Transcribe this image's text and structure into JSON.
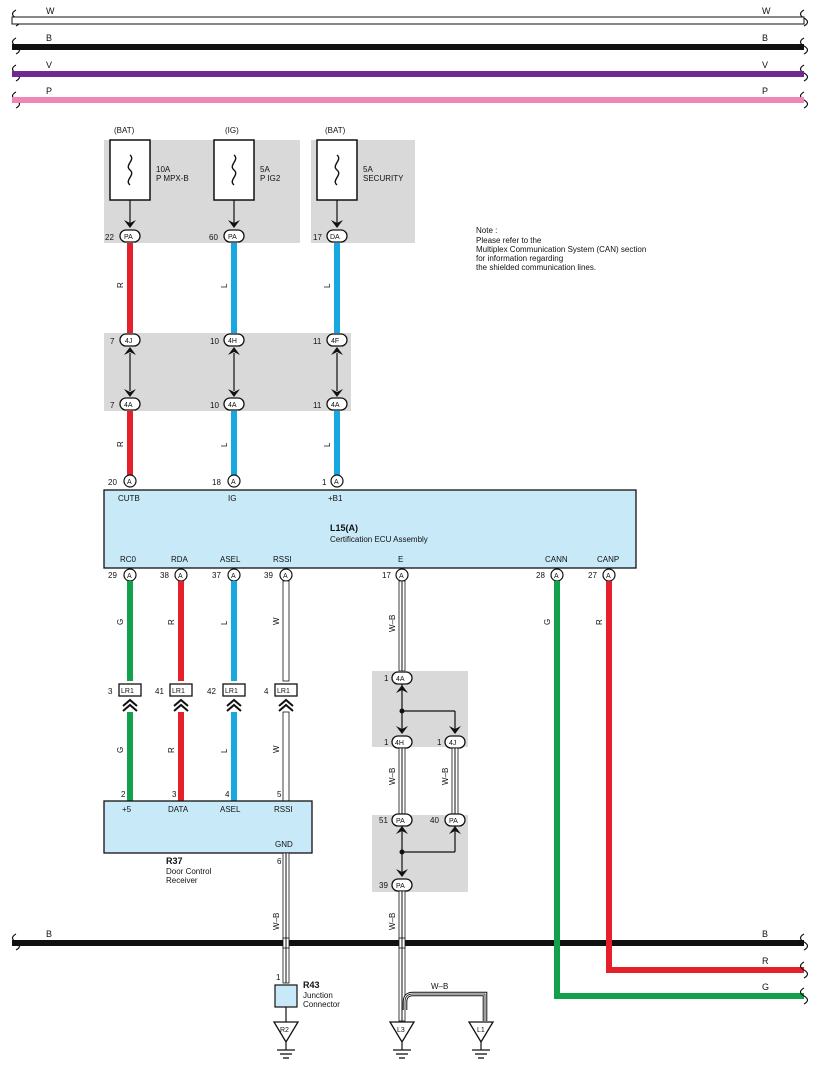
{
  "buses_top": [
    {
      "label": "W",
      "color": "#ffffff"
    },
    {
      "label": "B",
      "color": "#111111"
    },
    {
      "label": "V",
      "color": "#6e2a91"
    },
    {
      "label": "P",
      "color": "#ef86b5"
    }
  ],
  "buses_bottom": [
    {
      "label": "B"
    },
    {
      "label": "R"
    },
    {
      "label": "G"
    }
  ],
  "wire_colors": {
    "red": "#e5202a",
    "blue": "#18a8e0",
    "green": "#12a14b",
    "white": "#ffffff",
    "black": "#111111",
    "panel_gray": "#d9d9da",
    "ecu_fill": "#c8e9f8"
  },
  "fuses": [
    {
      "supply": "(BAT)",
      "rating": "10A",
      "name": "P MPX-B",
      "pin": "22",
      "conn": "PA",
      "wire": "R"
    },
    {
      "supply": "(IG)",
      "rating": "5A",
      "name": "P IG2",
      "pin": "60",
      "conn": "PA",
      "wire": "L"
    },
    {
      "supply": "(BAT)",
      "rating": "5A",
      "name": "SECURITY",
      "pin": "17",
      "conn": "DA",
      "wire": "L"
    }
  ],
  "note": {
    "title": "Note :",
    "lines": [
      "Please refer to the",
      "Multiplex Communication System (CAN) section",
      "for information regarding",
      "the shielded communication lines."
    ]
  },
  "junction_top": [
    {
      "upper_pin": "7",
      "upper_conn": "4J",
      "lower_pin": "7",
      "lower_conn": "4A",
      "wire": "R"
    },
    {
      "upper_pin": "10",
      "upper_conn": "4H",
      "lower_pin": "10",
      "lower_conn": "4A",
      "wire": "L"
    },
    {
      "upper_pin": "11",
      "upper_conn": "4F",
      "lower_pin": "11",
      "lower_conn": "4A",
      "wire": "L"
    }
  ],
  "ecu": {
    "id": "L15(A)",
    "name": "Certification ECU Assembly",
    "top_pins": [
      {
        "num": "20",
        "conn": "A",
        "name": "CUTB"
      },
      {
        "num": "18",
        "conn": "A",
        "name": "IG"
      },
      {
        "num": "1",
        "conn": "A",
        "name": "+B1"
      }
    ],
    "bottom_pins": [
      {
        "num": "29",
        "conn": "A",
        "name": "RC0",
        "wire": "G"
      },
      {
        "num": "38",
        "conn": "A",
        "name": "RDA",
        "wire": "R"
      },
      {
        "num": "37",
        "conn": "A",
        "name": "ASEL",
        "wire": "L"
      },
      {
        "num": "39",
        "conn": "A",
        "name": "RSSI",
        "wire": "W"
      },
      {
        "num": "17",
        "conn": "A",
        "name": "E",
        "wire": "W–B"
      },
      {
        "num": "28",
        "conn": "A",
        "name": "CANN",
        "wire": "G"
      },
      {
        "num": "27",
        "conn": "A",
        "name": "CANP",
        "wire": "R"
      }
    ]
  },
  "lr1": [
    {
      "pin": "3",
      "conn": "LR1",
      "wire": "G"
    },
    {
      "pin": "41",
      "conn": "LR1",
      "wire": "R"
    },
    {
      "pin": "42",
      "conn": "LR1",
      "wire": "L"
    },
    {
      "pin": "4",
      "conn": "LR1",
      "wire": "W"
    }
  ],
  "receiver": {
    "id": "R37",
    "name_line1": "Door Control",
    "name_line2": "Receiver",
    "pins": [
      {
        "num": "2",
        "name": "+5"
      },
      {
        "num": "3",
        "name": "DATA"
      },
      {
        "num": "4",
        "name": "ASEL"
      },
      {
        "num": "5",
        "name": "RSSI"
      }
    ],
    "gnd_pin": "6",
    "gnd_name": "GND",
    "gnd_wire": "W–B"
  },
  "junction_connector": {
    "id": "R43",
    "name_line1": "Junction",
    "name_line2": "Connector",
    "pin": "1"
  },
  "ground_junctions": {
    "top": {
      "pin": "1",
      "conn": "4A"
    },
    "mid_left": {
      "pin": "1",
      "conn": "4H"
    },
    "mid_right": {
      "pin": "1",
      "conn": "4J"
    },
    "pa_left": {
      "pin": "51",
      "conn": "PA"
    },
    "pa_right": {
      "pin": "40",
      "conn": "PA"
    },
    "pa_bottom": {
      "pin": "39",
      "conn": "PA"
    },
    "wire_left": "W–B",
    "wire_right": "W–B",
    "wire_down": "W–B",
    "wire_branch": "W–B"
  },
  "grounds": [
    {
      "label": "R2"
    },
    {
      "label": "L3"
    },
    {
      "label": "L1"
    }
  ]
}
